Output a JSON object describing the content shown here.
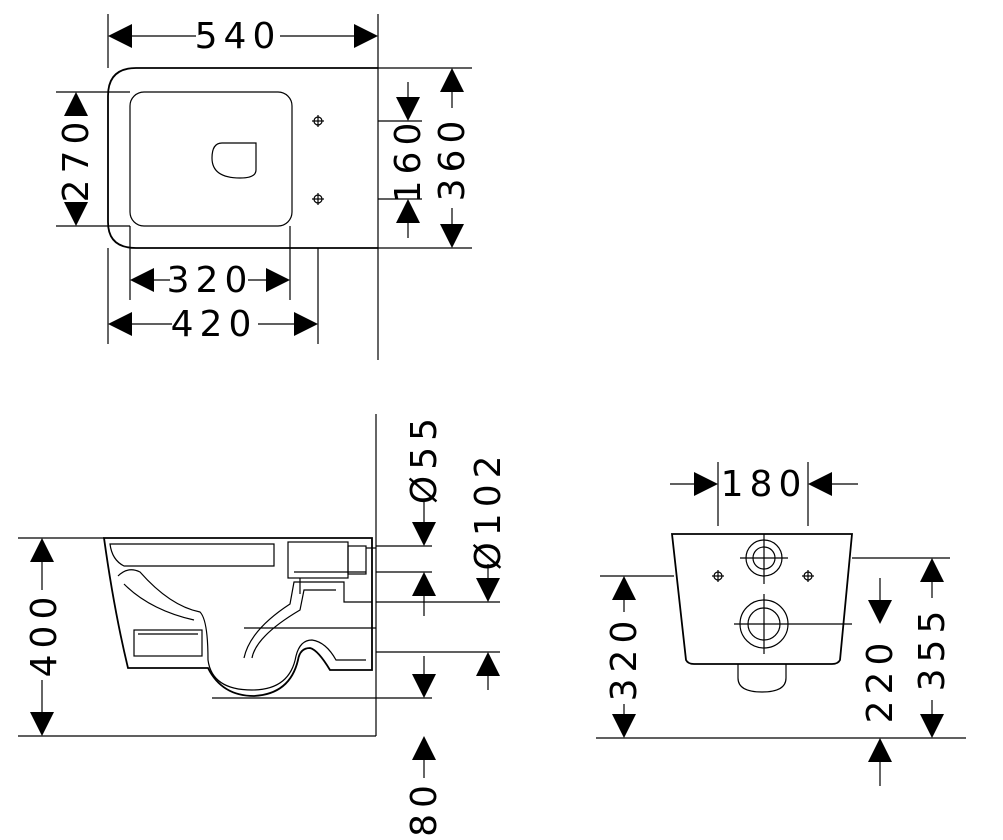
{
  "top_view": {
    "width_total": "540",
    "seat_width": "320",
    "bowl_depth": "420",
    "height_left": "270",
    "depth_right_inner": "160",
    "depth_right_outer": "360"
  },
  "side_view": {
    "height": "400",
    "diameter_small": "Ø55",
    "diameter_large": "Ø102",
    "floor_offset": "80"
  },
  "rear_view": {
    "bolt_spacing": "180",
    "height_left": "320",
    "outlet_height": "220",
    "height_right": "355"
  }
}
